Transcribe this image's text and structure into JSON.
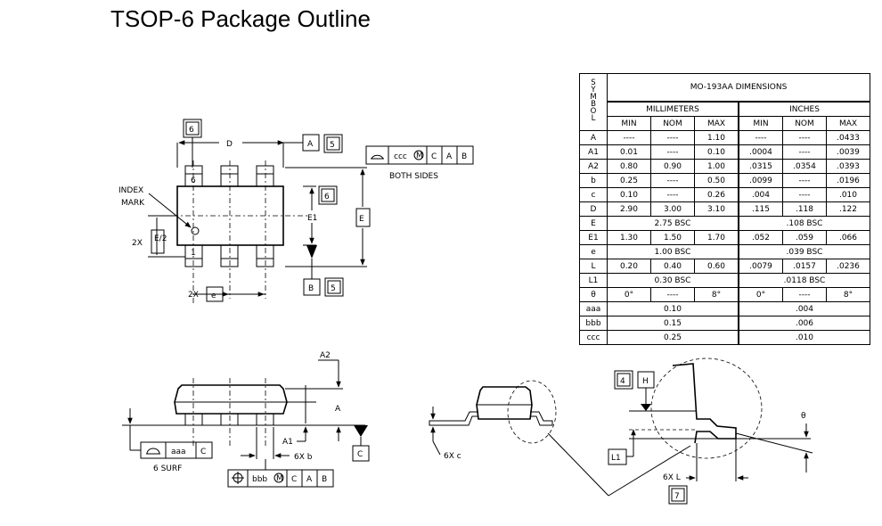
{
  "title": "TSOP-6 Package Outline",
  "top_view": {
    "datum_6_top": "6",
    "dim_D": "D",
    "datum_A": "A",
    "note_5_a": "5",
    "flatness_ccc": "ccc",
    "fcf_C": "C",
    "fcf_A": "A",
    "fcf_B": "B",
    "both_sides": "BOTH SIDES",
    "pin6": "6",
    "pin1": "1",
    "index_mark_line1": "INDEX",
    "index_mark_line2": "MARK",
    "note_6_right": "6",
    "dim_E1": "E1",
    "dim_E": "E",
    "dim_2x": "2X",
    "dim_E_half": "E/2",
    "dim_2x_e": "2X",
    "dim_e": "e",
    "datum_B": "B",
    "note_5_b": "5"
  },
  "side_view": {
    "dim_A2": "A2",
    "dim_A": "A",
    "dim_A1": "A1",
    "datum_C": "C",
    "aaa": "aaa",
    "aaa_C": "C",
    "surf": "6 SURF",
    "dim_6x_b": "6X  b",
    "bbb": "bbb",
    "bbb_C": "C",
    "bbb_A": "A",
    "bbb_B": "B"
  },
  "end_view": {
    "dim_6x_c": "6X  c"
  },
  "detail_view": {
    "note_4": "4",
    "datum_H": "H",
    "dim_theta": "θ",
    "dim_L1": "L1",
    "dim_6x_L": "6X  L",
    "note_7": "7"
  },
  "table": {
    "symbol_header": "SYMBOL",
    "title": "MO-193AA DIMENSIONS",
    "millimeters": "MILLIMETERS",
    "inches": "INCHES",
    "subheaders": [
      "MIN",
      "NOM",
      "MAX",
      "MIN",
      "NOM",
      "MAX"
    ],
    "rows": [
      {
        "sym": "A",
        "vals": [
          "----",
          "----",
          "1.10",
          "----",
          "----",
          ".0433"
        ]
      },
      {
        "sym": "A1",
        "vals": [
          "0.01",
          "----",
          "0.10",
          ".0004",
          "----",
          ".0039"
        ]
      },
      {
        "sym": "A2",
        "vals": [
          "0.80",
          "0.90",
          "1.00",
          ".0315",
          ".0354",
          ".0393"
        ]
      },
      {
        "sym": "b",
        "vals": [
          "0.25",
          "----",
          "0.50",
          ".0099",
          "----",
          ".0196"
        ]
      },
      {
        "sym": "c",
        "vals": [
          "0.10",
          "----",
          "0.26",
          ".004",
          "----",
          ".010"
        ]
      },
      {
        "sym": "D",
        "vals": [
          "2.90",
          "3.00",
          "3.10",
          ".115",
          ".118",
          ".122"
        ]
      },
      {
        "sym": "E",
        "span_mm": "2.75  BSC",
        "span_in": ".108  BSC"
      },
      {
        "sym": "E1",
        "vals": [
          "1.30",
          "1.50",
          "1.70",
          ".052",
          ".059",
          ".066"
        ]
      },
      {
        "sym": "e",
        "span_mm": "1.00  BSC",
        "span_in": ".039  BSC"
      },
      {
        "sym": "L",
        "vals": [
          "0.20",
          "0.40",
          "0.60",
          ".0079",
          ".0157",
          ".0236"
        ]
      },
      {
        "sym": "L1",
        "span_mm": "0.30  BSC",
        "span_in": ".0118  BSC"
      },
      {
        "sym": "θ",
        "vals": [
          "0°",
          "----",
          "8°",
          "0°",
          "----",
          "8°"
        ]
      },
      {
        "sym": "aaa",
        "span_mm": "0.10",
        "span_in": ".004"
      },
      {
        "sym": "bbb",
        "span_mm": "0.15",
        "span_in": ".006"
      },
      {
        "sym": "ccc",
        "span_mm": "0.25",
        "span_in": ".010"
      }
    ]
  }
}
